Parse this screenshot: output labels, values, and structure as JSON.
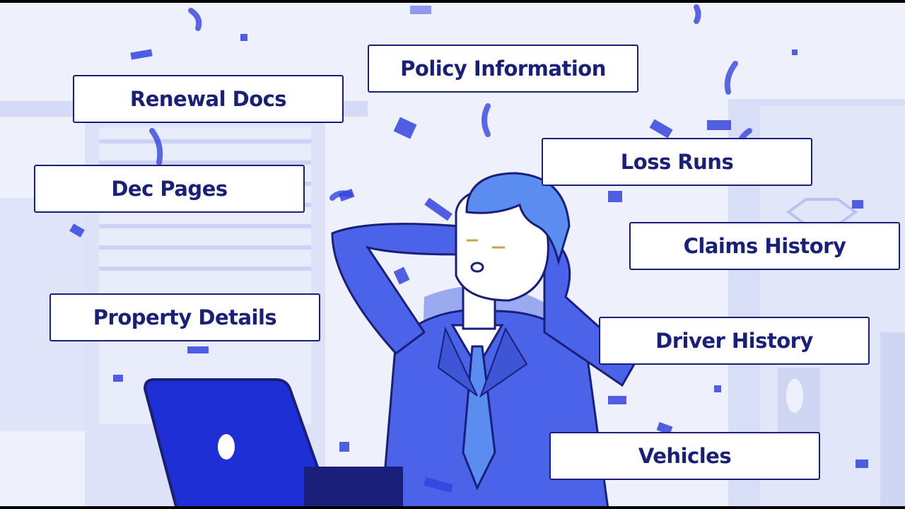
{
  "labels": {
    "policy_information": "Policy Information",
    "renewal_docs": "Renewal Docs",
    "loss_runs": "Loss Runs",
    "dec_pages": "Dec Pages",
    "claims_history": "Claims History",
    "property_details": "Property Details",
    "driver_history": "Driver History",
    "vehicles": "Vehicles"
  },
  "colors": {
    "background": "#eef1fb",
    "accent": "#1a1f7a",
    "confetti": "#3344e0",
    "suit": "#4a63e8"
  },
  "illustration": {
    "subject": "relaxed-businessman-with-laptop",
    "effects": "confetti"
  }
}
